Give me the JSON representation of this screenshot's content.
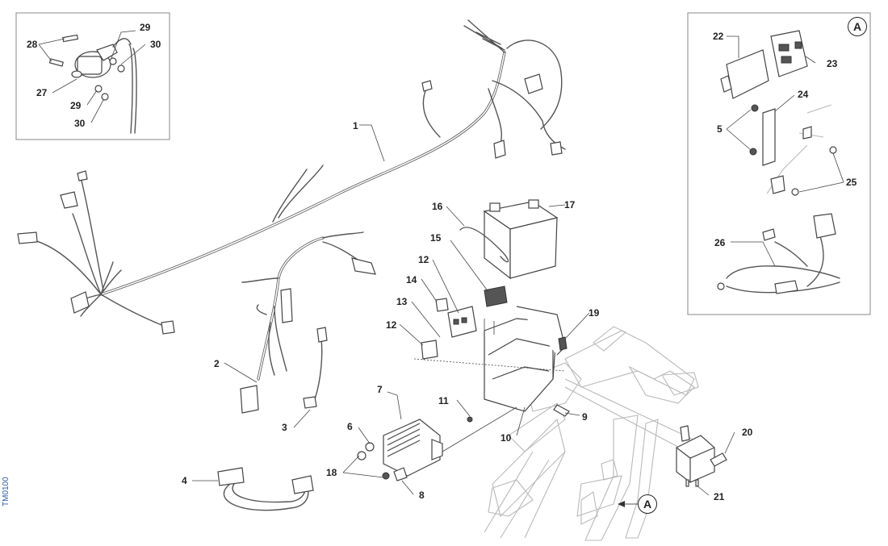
{
  "reference_code": "TM0100",
  "section_badges": {
    "inset_a": "A",
    "frame_a": "A"
  },
  "callouts": {
    "c1": "1",
    "c2": "2",
    "c3": "3",
    "c4": "4",
    "c5": "5",
    "c6": "6",
    "c7": "7",
    "c8": "8",
    "c9": "9",
    "c10": "10",
    "c11": "11",
    "c12a": "12",
    "c12b": "12",
    "c13": "13",
    "c14": "14",
    "c15": "15",
    "c16": "16",
    "c17": "17",
    "c18": "18",
    "c19": "19",
    "c20": "20",
    "c21": "21",
    "c22": "22",
    "c23": "23",
    "c24": "24",
    "c25": "25",
    "c26": "26",
    "c27": "27",
    "c28": "28",
    "c29a": "29",
    "c29b": "29",
    "c30a": "30",
    "c30b": "30"
  }
}
